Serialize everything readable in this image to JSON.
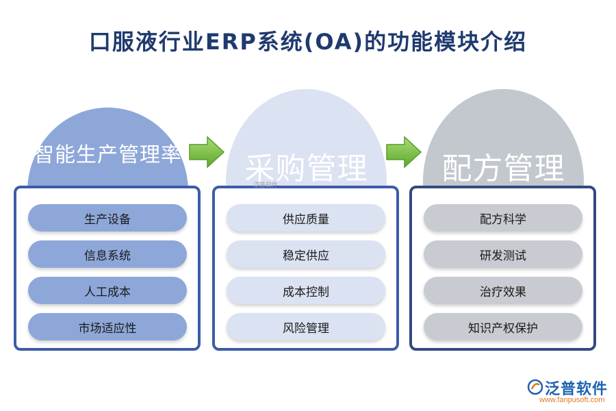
{
  "title": "口服液行业ERP系统(OA)的功能模块介绍",
  "modules": [
    {
      "heading": "智能生产管理率",
      "items": [
        "生产设备",
        "信息系统",
        "人工成本",
        "市场适应性"
      ]
    },
    {
      "heading": "采购管理",
      "items": [
        "供应质量",
        "稳定供应",
        "成本控制",
        "风险管理"
      ]
    },
    {
      "heading": "配方管理",
      "items": [
        "配方科学",
        "研发测试",
        "治疗效果",
        "知识产权保护"
      ]
    }
  ],
  "watermark": "泛普软件",
  "logo": {
    "name": "泛普软件",
    "url": "www.fanpusoft.com"
  },
  "colors": {
    "title": "#1f3a6e",
    "module1": "#8ea7d9",
    "module2": "#dbe2f2",
    "module3": "#c3c7ce",
    "panel_border": "#3d5ba8",
    "arrow": "#7dc242",
    "logo_blue": "#1e63b0",
    "logo_orange": "#e07a1f"
  }
}
